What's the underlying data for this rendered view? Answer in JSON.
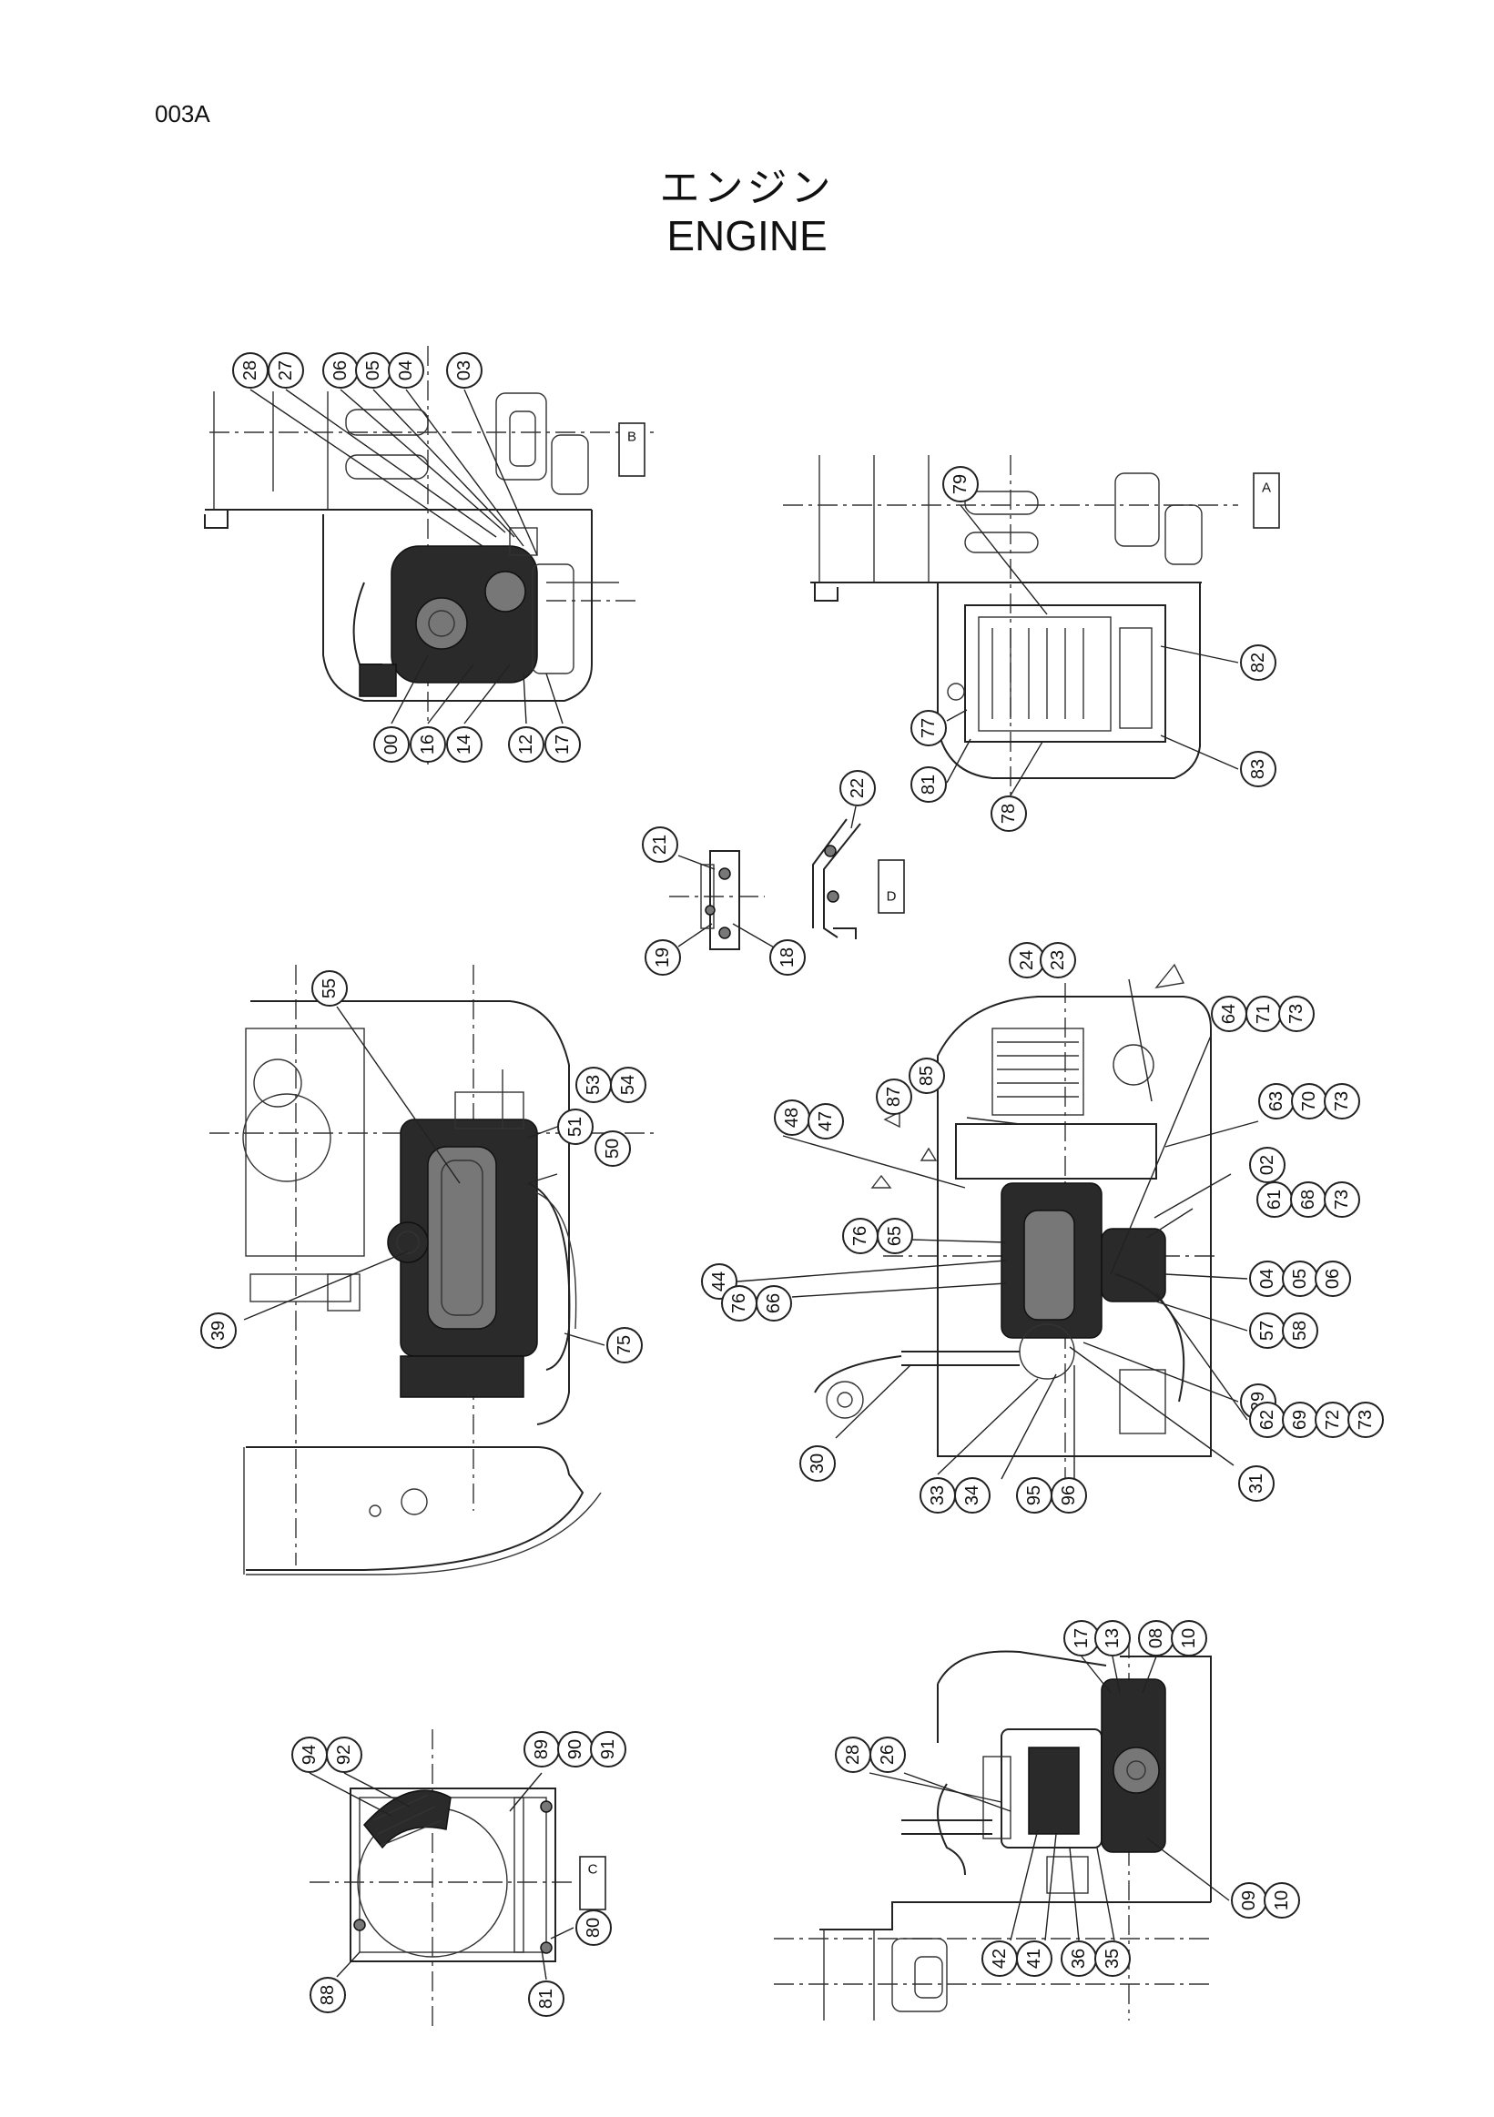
{
  "page": {
    "code": "003A",
    "title_jp": "エンジン",
    "title_en": "ENGINE"
  },
  "views": [
    {
      "id": "view-top-left",
      "tag": "B",
      "callouts": [
        {
          "label": "28"
        },
        {
          "label": "27"
        },
        {
          "label": "06"
        },
        {
          "label": "05"
        },
        {
          "label": "04"
        },
        {
          "label": "03"
        },
        {
          "label": "00"
        },
        {
          "label": "16"
        },
        {
          "label": "14"
        },
        {
          "label": "12"
        },
        {
          "label": "17"
        }
      ]
    },
    {
      "id": "view-top-right",
      "tag": "A",
      "callouts": [
        {
          "label": "79"
        },
        {
          "label": "82"
        },
        {
          "label": "83"
        },
        {
          "label": "77"
        },
        {
          "label": "81"
        },
        {
          "label": "78"
        }
      ]
    },
    {
      "id": "view-small-middle",
      "tag": "D",
      "callouts": [
        {
          "label": "21"
        },
        {
          "label": "19"
        },
        {
          "label": "18"
        },
        {
          "label": "22"
        }
      ]
    },
    {
      "id": "view-mid-left",
      "tag": "",
      "callouts": [
        {
          "label": "55"
        },
        {
          "label": "53"
        },
        {
          "label": "54"
        },
        {
          "label": "51"
        },
        {
          "label": "50"
        },
        {
          "label": "39"
        },
        {
          "label": "75"
        }
      ]
    },
    {
      "id": "view-mid-right",
      "tag": "",
      "callouts": [
        {
          "label": "24"
        },
        {
          "label": "23"
        },
        {
          "label": "64"
        },
        {
          "label": "71"
        },
        {
          "label": "73"
        },
        {
          "label": "85"
        },
        {
          "label": "87"
        },
        {
          "label": "48"
        },
        {
          "label": "47"
        },
        {
          "label": "63"
        },
        {
          "label": "70"
        },
        {
          "label": "73"
        },
        {
          "label": "02"
        },
        {
          "label": "61"
        },
        {
          "label": "68"
        },
        {
          "label": "73"
        },
        {
          "label": "76"
        },
        {
          "label": "65"
        },
        {
          "label": "44"
        },
        {
          "label": "76"
        },
        {
          "label": "66"
        },
        {
          "label": "04"
        },
        {
          "label": "05"
        },
        {
          "label": "06"
        },
        {
          "label": "57"
        },
        {
          "label": "58"
        },
        {
          "label": "29"
        },
        {
          "label": "62"
        },
        {
          "label": "69"
        },
        {
          "label": "72"
        },
        {
          "label": "73"
        },
        {
          "label": "30"
        },
        {
          "label": "33"
        },
        {
          "label": "34"
        },
        {
          "label": "95"
        },
        {
          "label": "96"
        },
        {
          "label": "31"
        }
      ]
    },
    {
      "id": "view-bottom-left",
      "tag": "C",
      "callouts": [
        {
          "label": "94"
        },
        {
          "label": "92"
        },
        {
          "label": "89"
        },
        {
          "label": "90"
        },
        {
          "label": "91"
        },
        {
          "label": "88"
        },
        {
          "label": "81"
        },
        {
          "label": "80"
        }
      ]
    },
    {
      "id": "view-bottom-right",
      "tag": "",
      "callouts": [
        {
          "label": "17"
        },
        {
          "label": "13"
        },
        {
          "label": "08"
        },
        {
          "label": "10"
        },
        {
          "label": "28"
        },
        {
          "label": "26"
        },
        {
          "label": "09"
        },
        {
          "label": "10"
        },
        {
          "label": "42"
        },
        {
          "label": "41"
        },
        {
          "label": "36"
        },
        {
          "label": "35"
        }
      ]
    }
  ]
}
